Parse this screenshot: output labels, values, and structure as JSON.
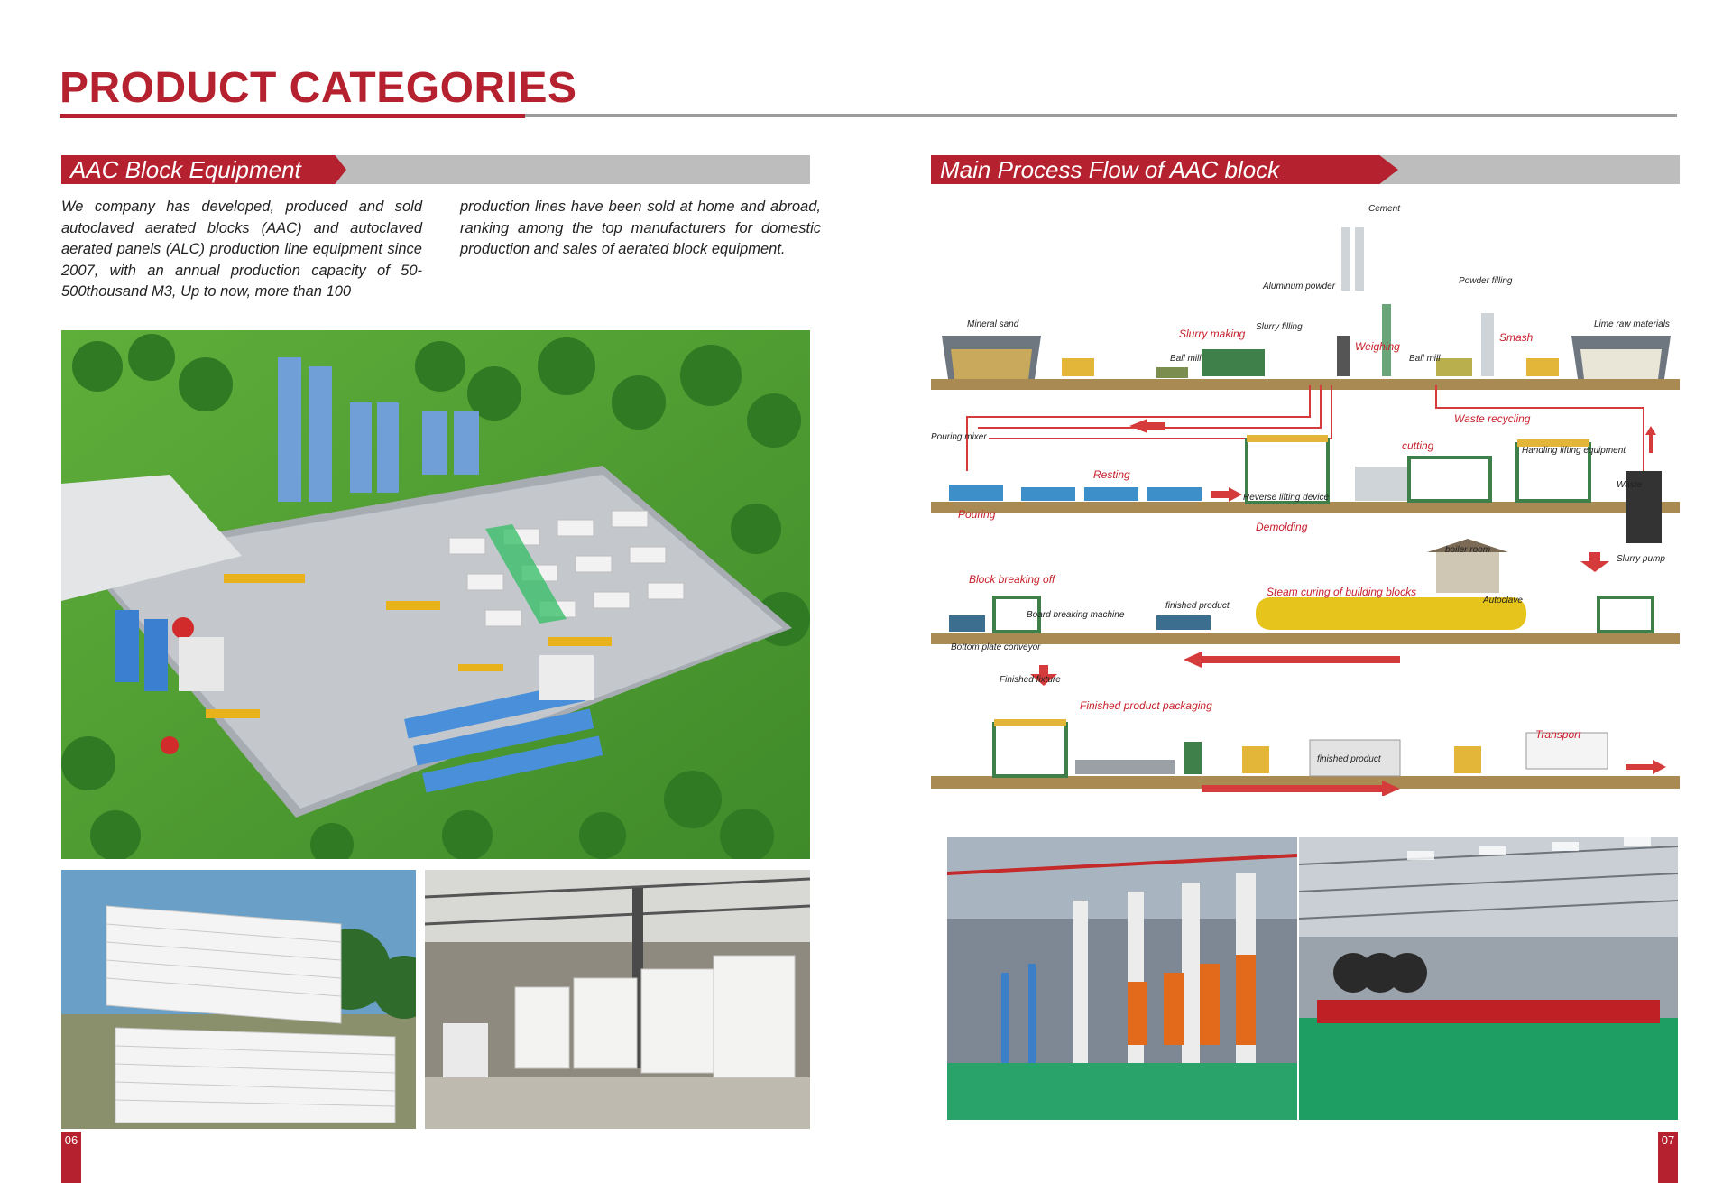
{
  "header": {
    "title": "PRODUCT CATEGORIES"
  },
  "left": {
    "section_title": "AAC Block Equipment",
    "paragraph_col1": "We company has developed, produced and sold autoclaved aerated blocks (AAC) and autoclaved aerated panels (ALC) production line equipment since 2007, with an annual production capacity of 50-500thousand M3, Up to now, more than 100",
    "paragraph_col2": "production lines have been sold at home and abroad, ranking among the top manufacturers for domestic production and sales of aerated block equipment.",
    "page_number": "06"
  },
  "right": {
    "section_title": "Main Process Flow of AAC block",
    "page_number": "07",
    "flow_labels": {
      "cement": "Cement",
      "aluminum_powder": "Aluminum powder",
      "powder_filling": "Powder filling",
      "mineral_sand": "Mineral sand",
      "slurry_making": "Slurry making",
      "slurry_filling": "Slurry filling",
      "ball_mill_1": "Ball mill",
      "weighing": "Weighing",
      "ball_mill_2": "Ball mill",
      "smash": "Smash",
      "lime_raw_materials": "Lime raw materials",
      "waste_recycling": "Waste recycling",
      "pouring_mixer": "Pouring mixer",
      "resting": "Resting",
      "cutting": "cutting",
      "handling_lifting": "Handling lifting equipment",
      "waste": "Waste",
      "reverse_lifting": "Reverse lifting device",
      "pouring": "Pouring",
      "demolding": "Demolding",
      "slurry_pump": "Slurry pump",
      "boiler_room": "boiler room",
      "block_breaking_off": "Block breaking off",
      "finished_product_1": "finished product",
      "steam_curing": "Steam curing of building blocks",
      "autoclave": "Autoclave",
      "board_breaking_machine": "Board breaking machine",
      "bottom_plate_conveyor": "Bottom plate conveyor",
      "finished_fixture": "Finished fixture",
      "finished_product_packaging": "Finished product packaging",
      "finished_product_2": "finished product",
      "transport": "Transport"
    }
  },
  "colors": {
    "brand_red": "#b5212e",
    "rule_grey": "#9c9c9c",
    "bar_grey": "#bdbdbd"
  }
}
